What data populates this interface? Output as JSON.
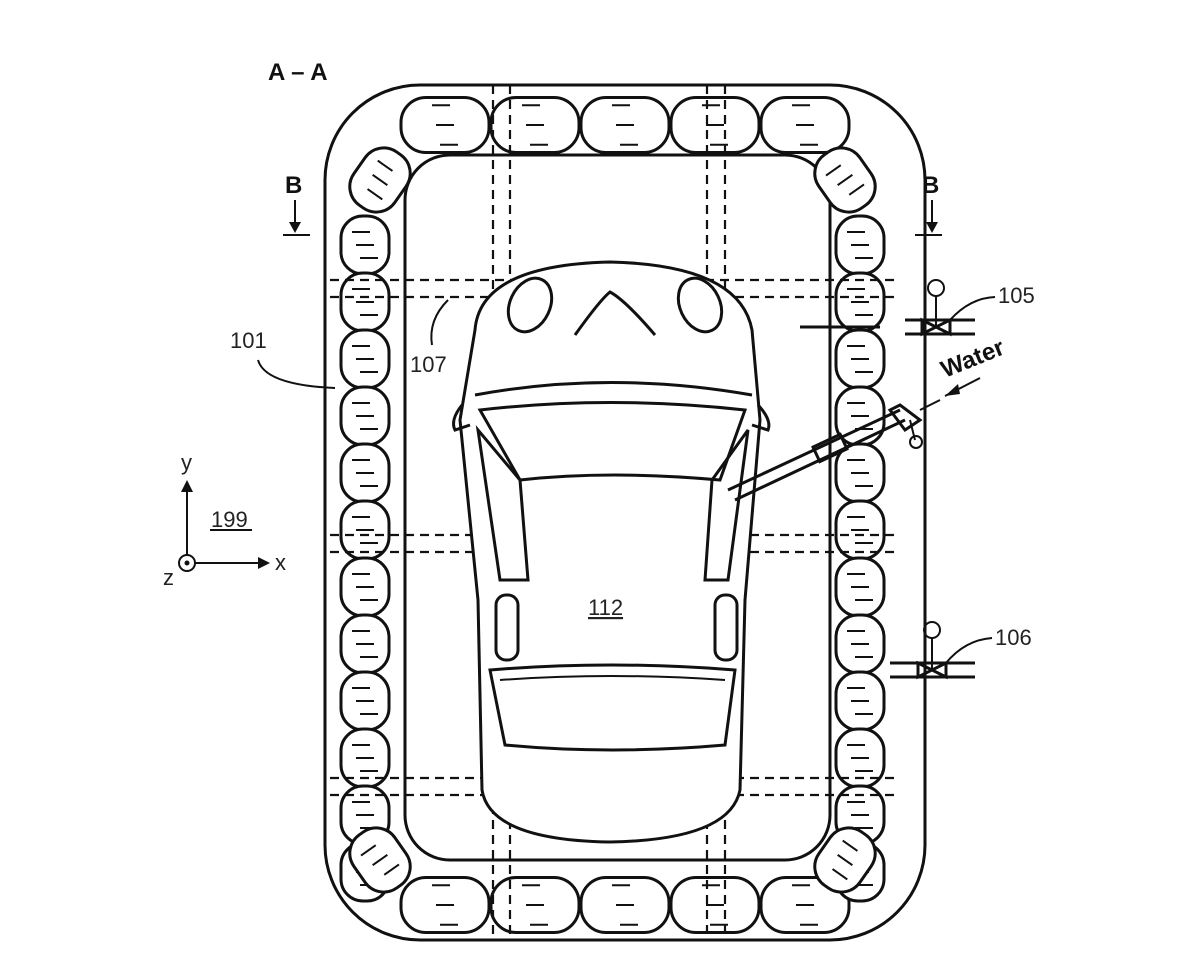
{
  "section_label": "A – A",
  "section_marks": [
    "B",
    "B"
  ],
  "refs": {
    "bag_ring": "101",
    "frame": "107",
    "valve_top": "105",
    "valve_bottom": "106",
    "vehicle": "112",
    "axes": "199"
  },
  "inlet_label": "Water",
  "axes": {
    "y": "y",
    "x": "x",
    "z": "z"
  }
}
